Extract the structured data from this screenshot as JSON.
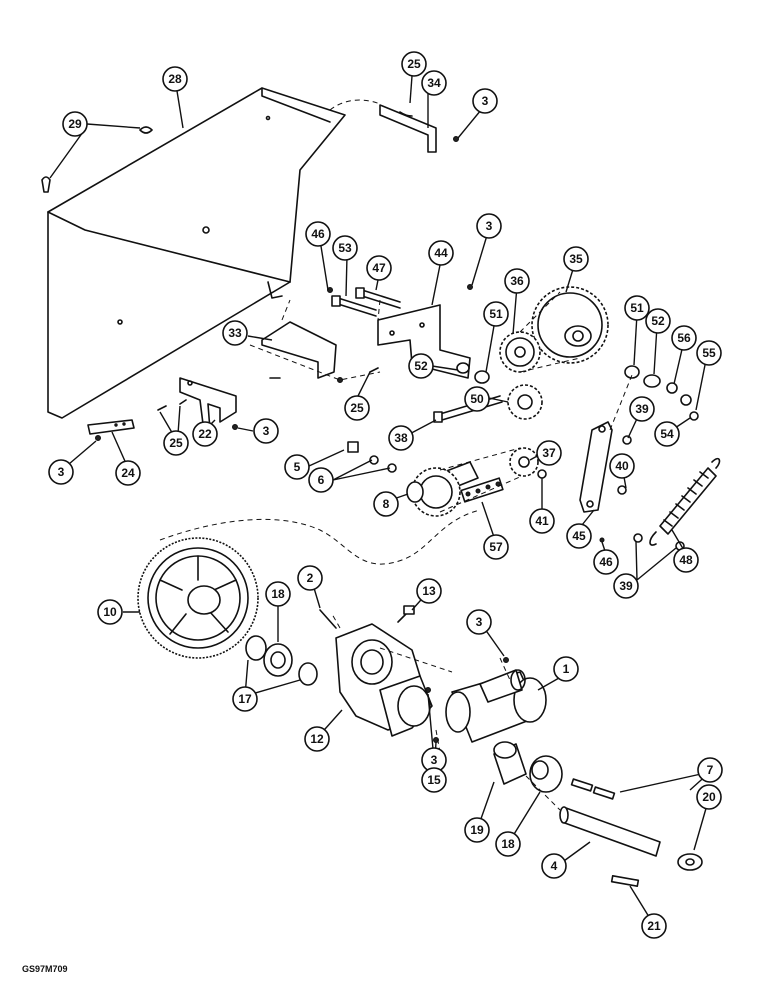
{
  "drawing_code": "GS97M709",
  "callouts": [
    {
      "id": "c28",
      "label": "28"
    },
    {
      "id": "c29",
      "label": "29"
    },
    {
      "id": "c25a",
      "label": "25"
    },
    {
      "id": "c34",
      "label": "34"
    },
    {
      "id": "c3a",
      "label": "3"
    },
    {
      "id": "c46a",
      "label": "46"
    },
    {
      "id": "c53",
      "label": "53"
    },
    {
      "id": "c47",
      "label": "47"
    },
    {
      "id": "c44",
      "label": "44"
    },
    {
      "id": "c3b",
      "label": "3"
    },
    {
      "id": "c36",
      "label": "36"
    },
    {
      "id": "c35",
      "label": "35"
    },
    {
      "id": "c51a",
      "label": "51"
    },
    {
      "id": "c51b",
      "label": "51"
    },
    {
      "id": "c52a",
      "label": "52"
    },
    {
      "id": "c56",
      "label": "56"
    },
    {
      "id": "c55",
      "label": "55"
    },
    {
      "id": "c33",
      "label": "33"
    },
    {
      "id": "c52b",
      "label": "52"
    },
    {
      "id": "c25b",
      "label": "25"
    },
    {
      "id": "c50",
      "label": "50"
    },
    {
      "id": "c39a",
      "label": "39"
    },
    {
      "id": "c54",
      "label": "54"
    },
    {
      "id": "c25c",
      "label": "25"
    },
    {
      "id": "c22",
      "label": "22"
    },
    {
      "id": "c3c",
      "label": "3"
    },
    {
      "id": "c3d",
      "label": "3"
    },
    {
      "id": "c24",
      "label": "24"
    },
    {
      "id": "c38",
      "label": "38"
    },
    {
      "id": "c37",
      "label": "37"
    },
    {
      "id": "c40",
      "label": "40"
    },
    {
      "id": "c5",
      "label": "5"
    },
    {
      "id": "c6",
      "label": "6"
    },
    {
      "id": "c8",
      "label": "8"
    },
    {
      "id": "c41",
      "label": "41"
    },
    {
      "id": "c45",
      "label": "45"
    },
    {
      "id": "c57",
      "label": "57"
    },
    {
      "id": "c46b",
      "label": "46"
    },
    {
      "id": "c48",
      "label": "48"
    },
    {
      "id": "c39b",
      "label": "39"
    },
    {
      "id": "c2",
      "label": "2"
    },
    {
      "id": "c13",
      "label": "13"
    },
    {
      "id": "c10",
      "label": "10"
    },
    {
      "id": "c18a",
      "label": "18"
    },
    {
      "id": "c3e",
      "label": "3"
    },
    {
      "id": "c1",
      "label": "1"
    },
    {
      "id": "c17",
      "label": "17"
    },
    {
      "id": "c12",
      "label": "12"
    },
    {
      "id": "c3f",
      "label": "3"
    },
    {
      "id": "c15",
      "label": "15"
    },
    {
      "id": "c7",
      "label": "7"
    },
    {
      "id": "c20",
      "label": "20"
    },
    {
      "id": "c19",
      "label": "19"
    },
    {
      "id": "c18b",
      "label": "18"
    },
    {
      "id": "c4",
      "label": "4"
    },
    {
      "id": "c21",
      "label": "21"
    }
  ]
}
